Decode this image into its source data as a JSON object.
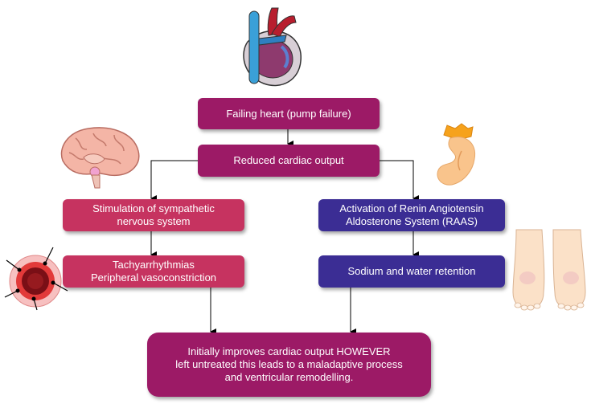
{
  "nodes": {
    "failing_heart": "Failing heart (pump failure)",
    "reduced_output": "Reduced cardiac output",
    "sympathetic": "Stimulation of sympathetic\nnervous system",
    "raas": "Activation of Renin Angiotensin\nAldosterone System (RAAS)",
    "tachy": "Tachyarrhythmias\nPeripheral vasoconstriction",
    "sodium": "Sodium and water retention",
    "outcome": "Initially improves cardiac output HOWEVER\nleft untreated this leads to a maladaptive process\nand ventricular remodelling."
  },
  "colors": {
    "primary": "#9c1a66",
    "sympathetic": "#c63360",
    "raas": "#3b2d94"
  },
  "icons": [
    "heart-illustration",
    "brain-illustration",
    "kidney-illustration",
    "blood-vessel-illustration",
    "swollen-feet-illustration"
  ]
}
